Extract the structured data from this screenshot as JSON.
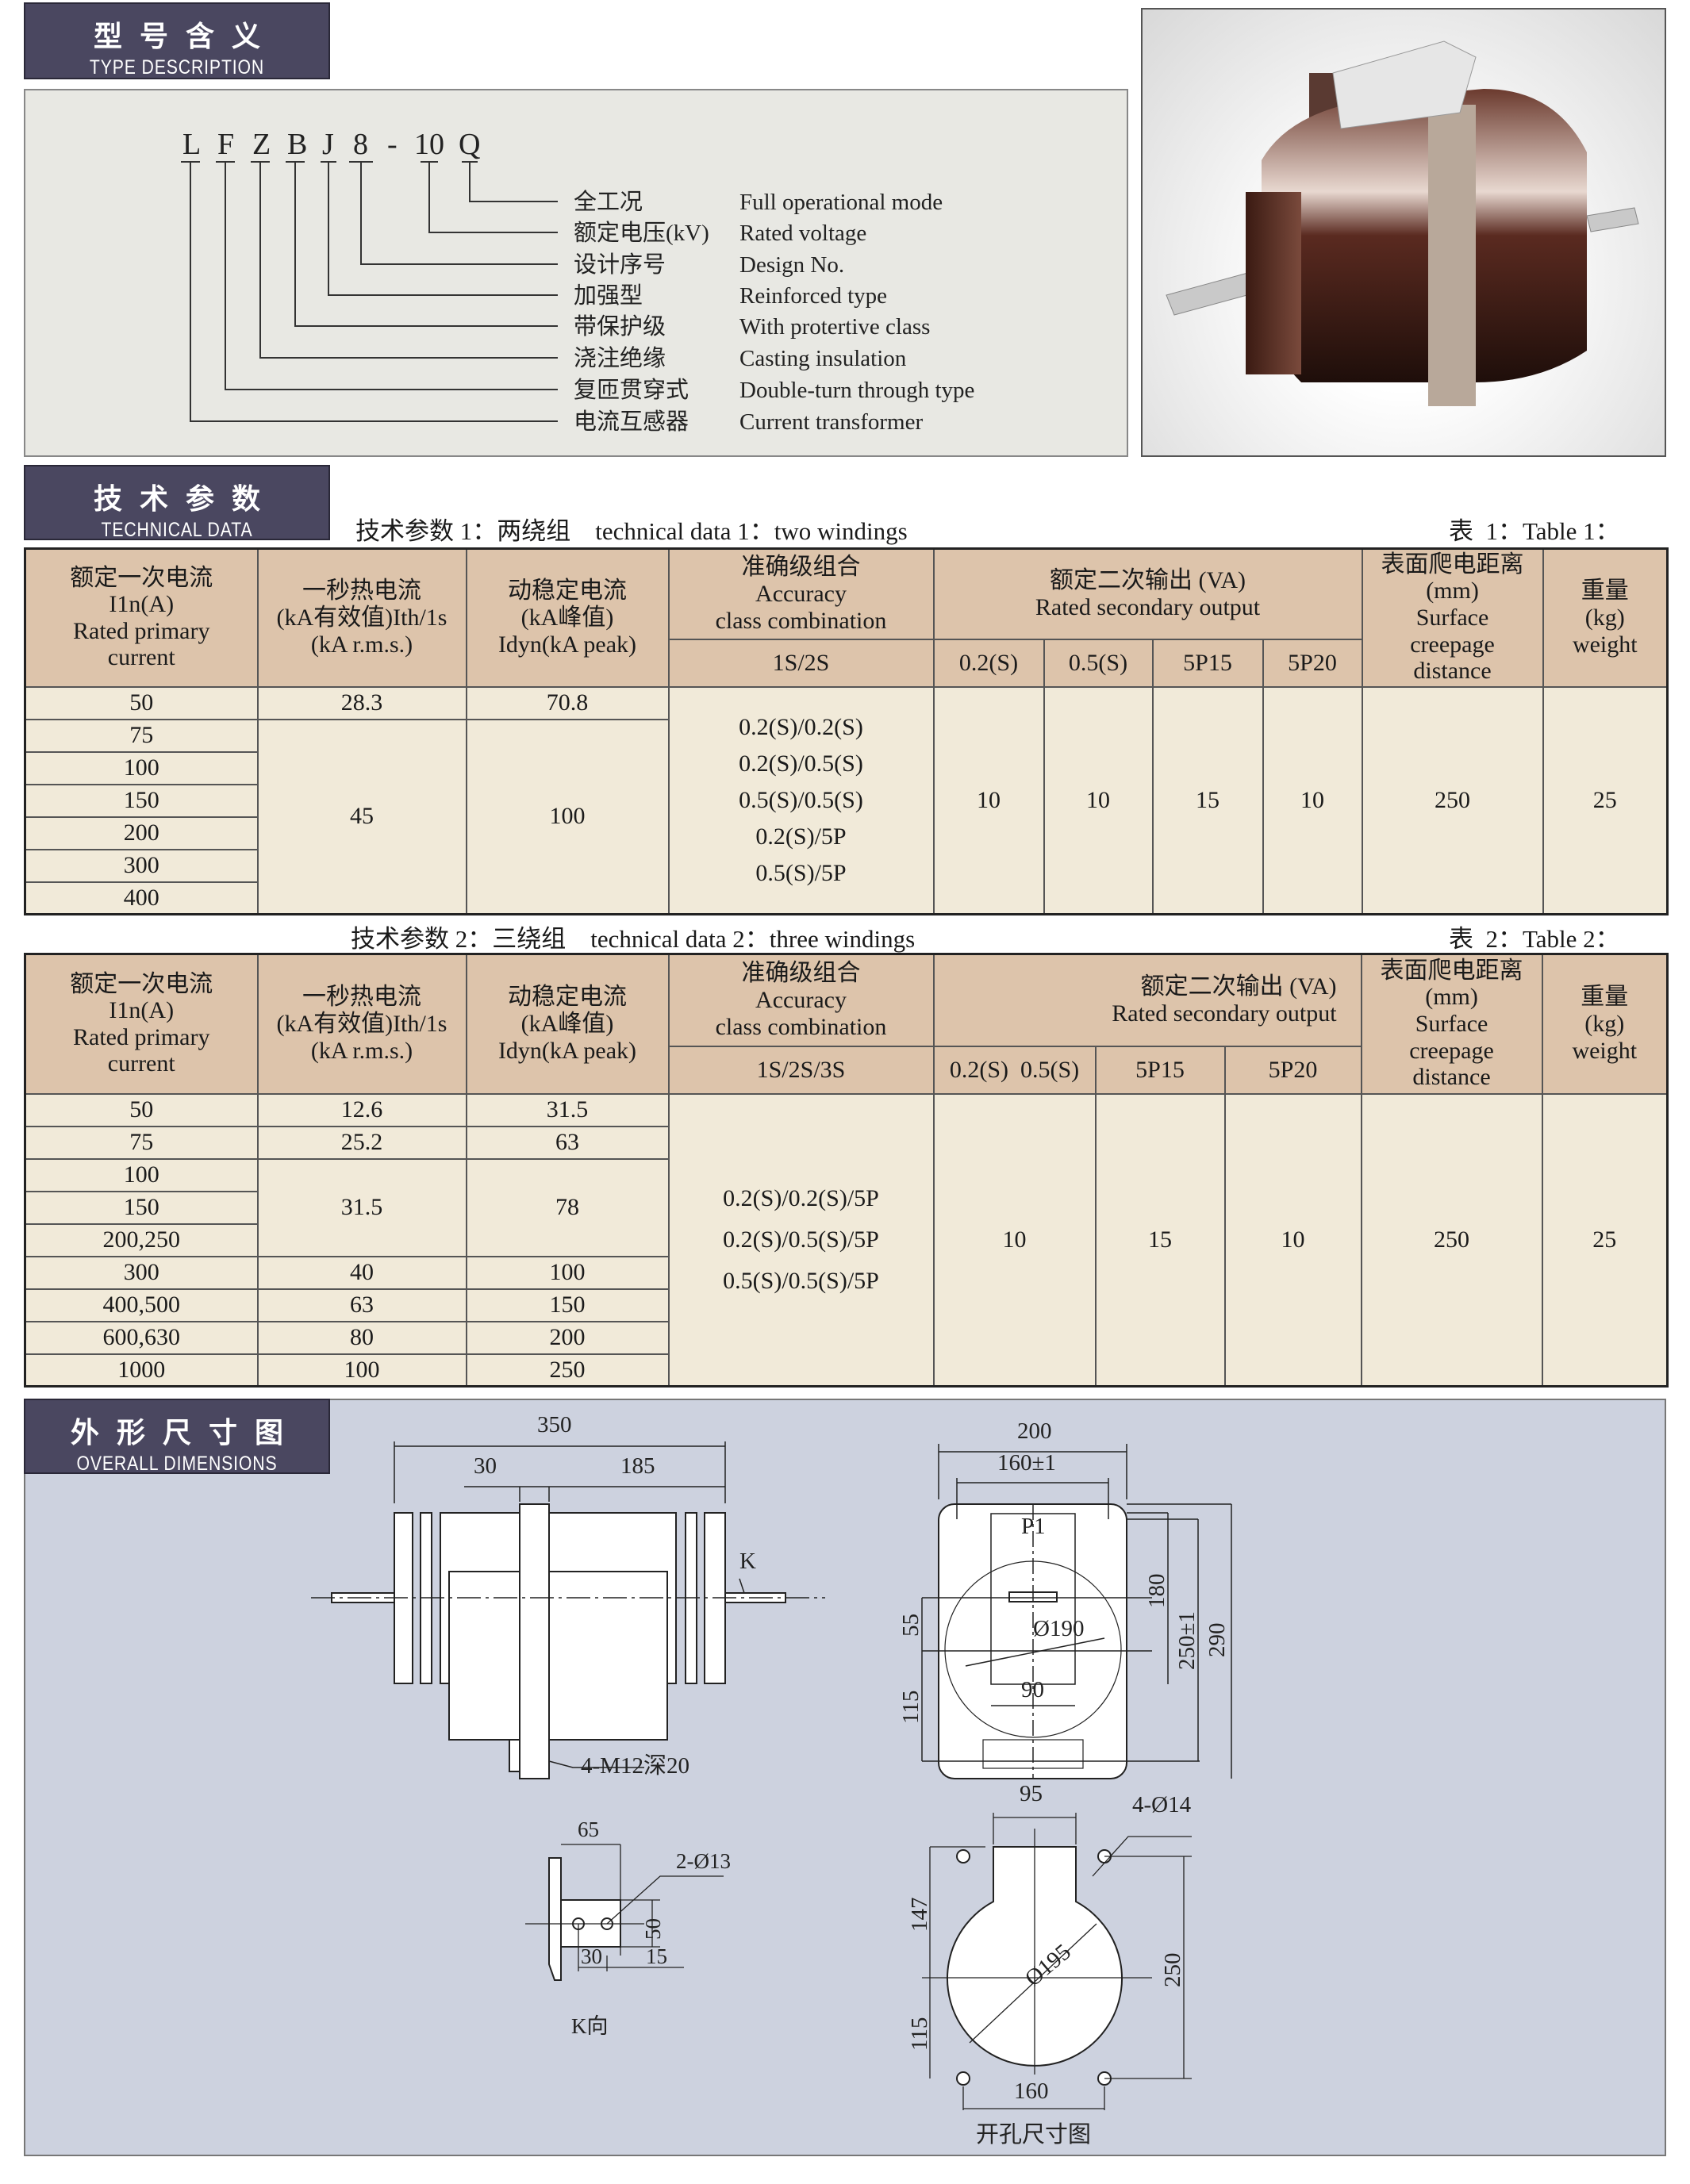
{
  "sections": {
    "type": {
      "zh": "型号含义",
      "en": "TYPE DESCRIPTION"
    },
    "technical": {
      "zh": "技术参数",
      "en": "TECHNICAL DATA"
    },
    "dimensions": {
      "zh": "外形尺寸图",
      "en": "OVERALL DIMENSIONS"
    }
  },
  "model": {
    "letters": [
      "L",
      "F",
      "Z",
      "B",
      "J",
      "8",
      "-",
      "10",
      "Q"
    ],
    "meanings": [
      {
        "zh": "全工况",
        "en": "Full operational mode"
      },
      {
        "zh": "额定电压(kV)",
        "en": "Rated voltage"
      },
      {
        "zh": "设计序号",
        "en": "Design No."
      },
      {
        "zh": "加强型",
        "en": "Reinforced type"
      },
      {
        "zh": "带保护级",
        "en": "With protertive class"
      },
      {
        "zh": "浇注绝缘",
        "en": "Casting insulation"
      },
      {
        "zh": "复匝贯穿式",
        "en": "Double-turn through type"
      },
      {
        "zh": "电流互感器",
        "en": "Current transformer"
      }
    ]
  },
  "headers": {
    "primary": [
      "额定一次电流",
      "I1n(A)",
      "Rated primary",
      "current"
    ],
    "thermal": [
      "一秒热电流",
      "(kA有效值)Ith/1s",
      "(kA r.m.s.)"
    ],
    "dynamic": [
      "动稳定电流",
      "(kA峰值)",
      "Idyn(kA peak)"
    ],
    "accuracy": [
      "准确级组合",
      "Accuracy",
      "class combination"
    ],
    "output": [
      "额定二次输出 (VA)",
      "Rated secondary output"
    ],
    "creepage": [
      "表面爬电距离",
      "(mm)",
      "Surface",
      "creepage",
      "distance"
    ],
    "weight": [
      "重量",
      "(kg)",
      "weight"
    ]
  },
  "table1": {
    "caption_left": "技术参数 1：两绕组    technical data 1：two windings",
    "caption_right": "表  1：Table 1：",
    "acc_sub": "1S/2S",
    "out_subs": [
      "0.2(S)",
      "0.5(S)",
      "5P15",
      "5P20"
    ],
    "currents": [
      "50",
      "75",
      "100",
      "150",
      "200",
      "300",
      "400"
    ],
    "thermal": [
      "28.3",
      "45"
    ],
    "dynamic": [
      "70.8",
      "100"
    ],
    "accuracy": [
      "0.2(S)/0.2(S)",
      "0.2(S)/0.5(S)",
      "0.5(S)/0.5(S)",
      "0.2(S)/5P",
      "0.5(S)/5P"
    ],
    "outputs": [
      "10",
      "10",
      "15",
      "10"
    ],
    "creepage": "250",
    "weight": "25"
  },
  "table2": {
    "caption_left": "技术参数 2：三绕组    technical data 2：three windings",
    "caption_right": "表  2：Table 2：",
    "acc_sub": "1S/2S/3S",
    "out_subs": [
      "0.2(S)  0.5(S)",
      "5P15",
      "5P20"
    ],
    "currents": [
      "50",
      "75",
      "100",
      "150",
      "200,250",
      "300",
      "400,500",
      "600,630",
      "1000"
    ],
    "thermal": [
      "12.6",
      "25.2",
      "31.5",
      "40",
      "63",
      "80",
      "100"
    ],
    "dynamic": [
      "31.5",
      "63",
      "78",
      "100",
      "150",
      "200",
      "250"
    ],
    "accuracy": [
      "0.2(S)/0.2(S)/5P",
      "0.2(S)/0.5(S)/5P",
      "0.5(S)/0.5(S)/5P"
    ],
    "outputs": [
      "10",
      "15",
      "10"
    ],
    "creepage": "250",
    "weight": "25"
  },
  "drawing": {
    "front": {
      "d350": "350",
      "d30": "30",
      "d185": "185",
      "k": "K",
      "bolt": "4-M12深20"
    },
    "side": {
      "d200": "200",
      "d160": "160±1",
      "p1": "P1",
      "dia": "Ø190",
      "d90": "90",
      "d180": "180",
      "d250": "250±1",
      "d290": "290",
      "d55": "55",
      "d115": "115"
    },
    "kview": {
      "d65": "65",
      "holes": "2-Ø13",
      "d50": "50",
      "d30": "30",
      "d15": "15",
      "label": "K向"
    },
    "cutout": {
      "d95": "95",
      "holes": "4-Ø14",
      "dia": "Ø195",
      "d147": "147",
      "d115": "115",
      "d250": "250",
      "d160": "160",
      "label": "开孔尺寸图"
    }
  }
}
